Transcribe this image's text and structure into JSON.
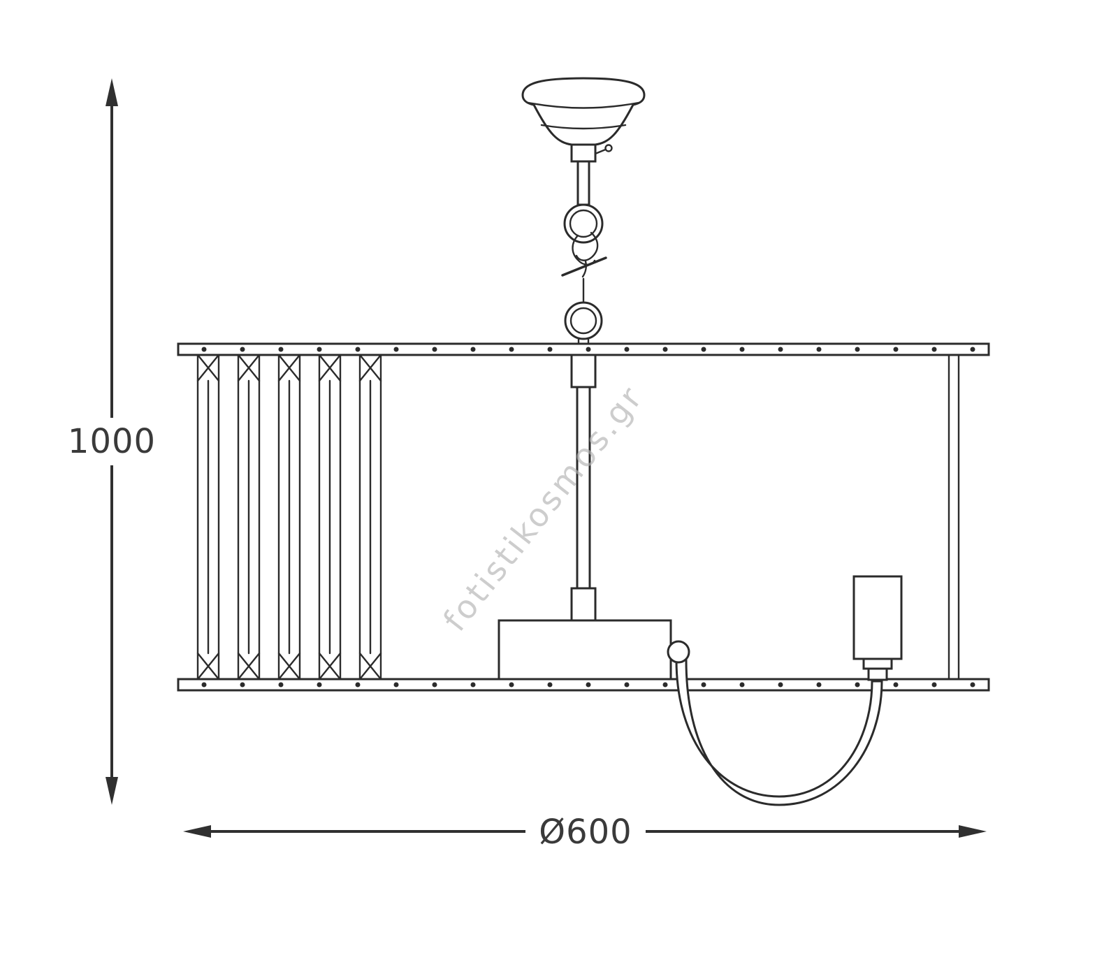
{
  "diagram": {
    "watermark": "fotistikosmos.gr",
    "dimensions": {
      "height_label": "1000",
      "diameter_label": "Ø600"
    },
    "colors": {
      "background": "#ffffff",
      "line": "#2b2b2b",
      "dimension_line": "#303030",
      "dimension_text": "#3a3a3a",
      "watermark": "#b2b2b2"
    }
  }
}
